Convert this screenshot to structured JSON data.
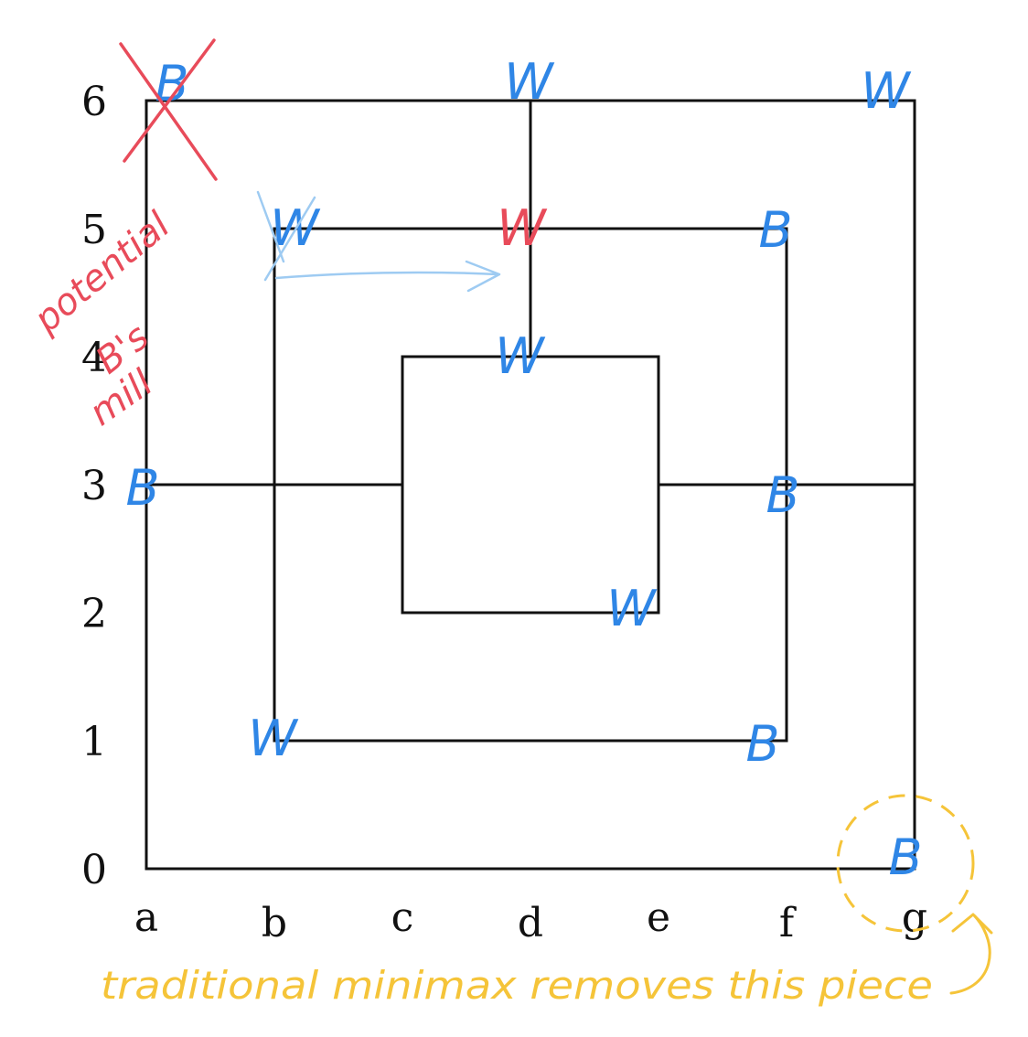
{
  "colors": {
    "board": "#111111",
    "blue_ink": "#2f86e6",
    "red_ink": "#e84b5a",
    "light_blue_ink": "#9ecbf2",
    "yellow_ink": "#f5c439"
  },
  "axes": {
    "columns": [
      "a",
      "b",
      "c",
      "d",
      "e",
      "f",
      "g"
    ],
    "rows": [
      "0",
      "1",
      "2",
      "3",
      "4",
      "5",
      "6"
    ]
  },
  "pieces": [
    {
      "id": "a6",
      "label": "B",
      "col": "a",
      "row": "6",
      "ink": "blue",
      "crossed": true
    },
    {
      "id": "d6",
      "label": "W",
      "col": "d",
      "row": "6",
      "ink": "blue",
      "crossed": false
    },
    {
      "id": "g6",
      "label": "W",
      "col": "g",
      "row": "6",
      "ink": "blue",
      "crossed": false
    },
    {
      "id": "b5",
      "label": "W",
      "col": "b",
      "row": "5",
      "ink": "blue",
      "crossed": true
    },
    {
      "id": "d5",
      "label": "W",
      "col": "d",
      "row": "5",
      "ink": "red",
      "crossed": false
    },
    {
      "id": "f5",
      "label": "B",
      "col": "f",
      "row": "5",
      "ink": "blue",
      "crossed": false
    },
    {
      "id": "d4",
      "label": "W",
      "col": "d",
      "row": "4",
      "ink": "blue",
      "crossed": false
    },
    {
      "id": "a3",
      "label": "B",
      "col": "a",
      "row": "3",
      "ink": "blue",
      "crossed": false
    },
    {
      "id": "f3",
      "label": "B",
      "col": "f",
      "row": "3",
      "ink": "blue",
      "crossed": false
    },
    {
      "id": "e2",
      "label": "W",
      "col": "e",
      "row": "2",
      "ink": "blue",
      "crossed": false
    },
    {
      "id": "b1",
      "label": "W",
      "col": "b",
      "row": "1",
      "ink": "blue",
      "crossed": false
    },
    {
      "id": "f1",
      "label": "B",
      "col": "f",
      "row": "1",
      "ink": "blue",
      "crossed": false
    },
    {
      "id": "g0",
      "label": "B",
      "col": "g",
      "row": "0",
      "ink": "blue",
      "crossed": false
    }
  ],
  "annotations": {
    "red_note_line1": "potential",
    "red_note_line2": "B's",
    "red_note_line3": "mill",
    "yellow_note": "traditional minimax removes this piece"
  }
}
